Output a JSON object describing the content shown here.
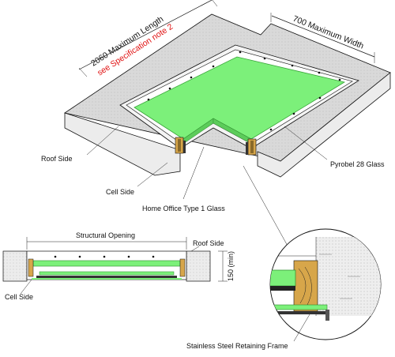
{
  "labels": {
    "length_line1": "2060 Maximum Length",
    "length_line2": "see Specification note 2",
    "width": "700 Maximum Width",
    "roof_side_top": "Roof Side",
    "cell_side_top": "Cell Side",
    "home_office_glass": "Home Office Type 1 Glass",
    "pyrobel_glass": "Pyrobel 28 Glass",
    "structural_opening": "Structural Opening",
    "roof_side_section": "Roof Side",
    "cell_side_section": "Cell Side",
    "depth_min": "150 (min)",
    "retaining_frame": "Stainless Steel Retaining Frame"
  },
  "colors": {
    "glass": "#7cf07a",
    "glass_edge": "#3aa53a",
    "slab_top": "#d9d9d9",
    "slab_side": "#ececec",
    "timber": "#d7a64a",
    "annotation_red": "#e01010"
  }
}
